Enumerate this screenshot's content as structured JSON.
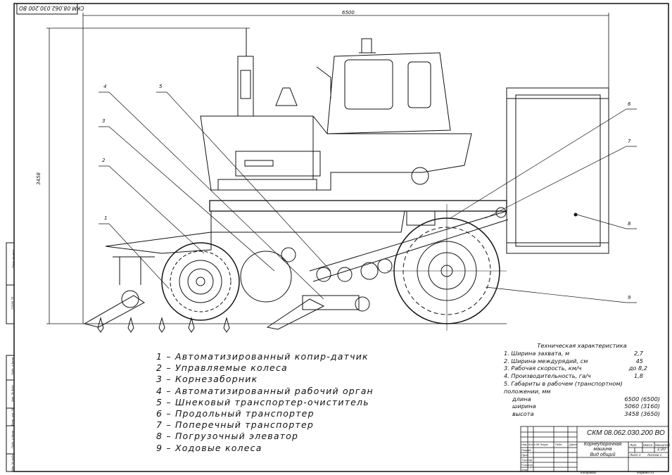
{
  "stamp_code": "СКМ 08.062.030.200 ВО",
  "dimensions": {
    "length": "6500",
    "height": "3458"
  },
  "callouts": [
    "1",
    "2",
    "3",
    "4",
    "5",
    "6",
    "7",
    "8",
    "9"
  ],
  "legend": [
    "1 – Автоматизированный копир-датчик",
    "2 – Управляемые колеса",
    "3 – Корнезаборник",
    "4 – Автоматизированный рабочий орган",
    "5 – Шнековый транспортер-очиститель",
    "6 – Продольный транспортер",
    "7 – Поперечный транспортер",
    "8 – Погрузочный элеватор",
    "9 – Ходовые колеса"
  ],
  "tech": {
    "title": "Техническая характеристика",
    "rows": [
      {
        "label": "1. Ширина захвата, м",
        "value": "2,7"
      },
      {
        "label": "2. Ширина междурядий, см",
        "value": "45"
      },
      {
        "label": "3. Рабочая скорость, км/ч",
        "value": "до 8,2"
      },
      {
        "label": "4. Производительность, га/ч",
        "value": "1,8"
      },
      {
        "label": "5. Габариты в рабочем (транспортном) положении, мм",
        "value": ""
      },
      {
        "label": "длина",
        "value": "6500 (6500)"
      },
      {
        "label": "ширина",
        "value": "5060 (3160)"
      },
      {
        "label": "высота",
        "value": "3458 (3650)"
      }
    ]
  },
  "title_block": {
    "code": "СКМ 08.062.030.200 ВО",
    "name_line1": "Корнеуборочная машина",
    "name_line2": "Вид общий",
    "lit": "Лит.",
    "mass": "Масса",
    "scale": "Масштаб",
    "scale_value": "1:20",
    "sheet": "Лист 1",
    "sheets": "Листов 1",
    "col_izm": "Изм. Лист",
    "col_doc": "№ докум.",
    "col_sign": "Подп.",
    "col_date": "Дата",
    "razrab": "Разраб.",
    "prov": "Пров.",
    "tkontr": "Т.контр.",
    "nkontr": "Н.контр.",
    "utv": "Утв.",
    "copied": "Копировал",
    "format": "Формат  А1"
  },
  "side_strip": [
    "Перв. примен.",
    "Справ. №",
    "Подп. и дата",
    "Инв. № дубл.",
    "Взам. инв. №",
    "Подп. и дата",
    "Инв. № подл."
  ]
}
